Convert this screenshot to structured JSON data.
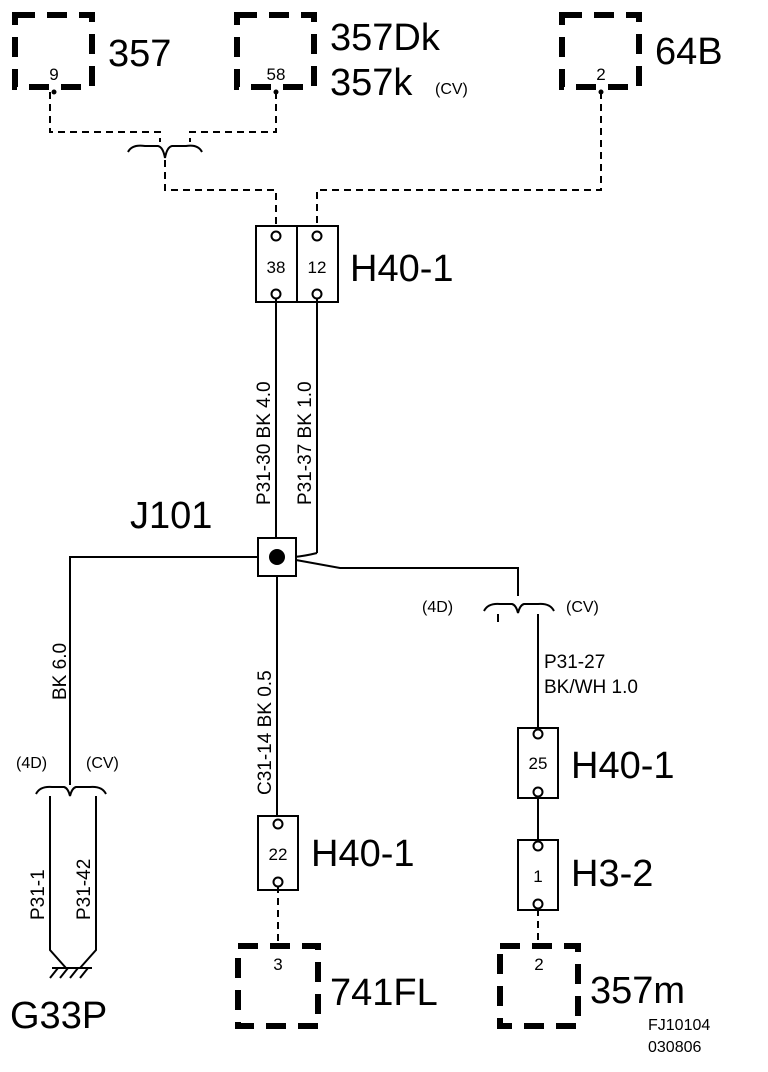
{
  "components": {
    "c357": {
      "label": "357",
      "pin": "9"
    },
    "c357dk": {
      "label1": "357Dk",
      "label2": "357k",
      "note": "(CV)",
      "pin": "58"
    },
    "c64b": {
      "label": "64B",
      "pin": "2"
    },
    "h40_top": {
      "label": "H40-1",
      "pin_left": "38",
      "pin_right": "12"
    },
    "j101": {
      "label": "J101"
    },
    "h40_mid": {
      "label": "H40-1",
      "pin": "22"
    },
    "h40_right": {
      "label": "H40-1",
      "pin": "25"
    },
    "h3_2": {
      "label": "H3-2",
      "pin": "1"
    },
    "c741fl": {
      "label": "741FL",
      "pin": "3"
    },
    "c357m": {
      "label": "357m",
      "pin": "2"
    },
    "g33p": {
      "label": "G33P"
    }
  },
  "wires": {
    "p31_30": "P31-30  BK  4.0",
    "p31_37": "P31-37  BK  1.0",
    "bk_60": "BK  6.0",
    "c31_14": "C31-14  BK  0.5",
    "p31_27_a": "P31-27",
    "p31_27_b": "BK/WH 1.0",
    "p31_1": "P31-1",
    "p31_42": "P31-42"
  },
  "variants": {
    "right_4d": "(4D)",
    "right_cv": "(CV)",
    "left_4d": "(4D)",
    "left_cv": "(CV)"
  },
  "footer": {
    "code1": "FJ10104",
    "code2": "030806"
  }
}
